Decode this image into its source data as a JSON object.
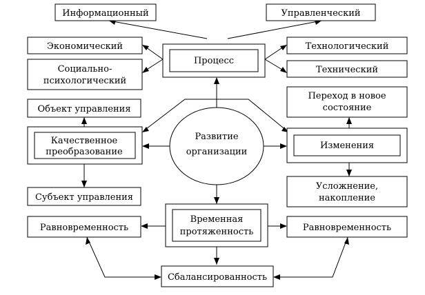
{
  "nodes": {
    "informational": "Информационный",
    "managerial": "Управленческий",
    "economic": "Экономический",
    "process": "Процесс",
    "technological": "Технологический",
    "socio_psych_line1": "Социально-",
    "socio_psych_line2": "психологический",
    "technical": "Технический",
    "mgmt_object": "Объект управления",
    "transition_line1": "Переход в новое",
    "transition_line2": "состояние",
    "qualitative_line1": "Качественное",
    "qualitative_line2": "преобразование",
    "development_line1": "Развитие",
    "development_line2": "организации",
    "changes": "Изменения",
    "mgmt_subject": "Субъект управления",
    "complication_line1": "Усложнение,",
    "complication_line2": "накопление",
    "time_extent_line1": "Временная",
    "time_extent_line2": "протяженность",
    "simultaneity_left": "Равновременность",
    "simultaneity_right": "Равновременность",
    "balance": "Сбалансированность"
  }
}
